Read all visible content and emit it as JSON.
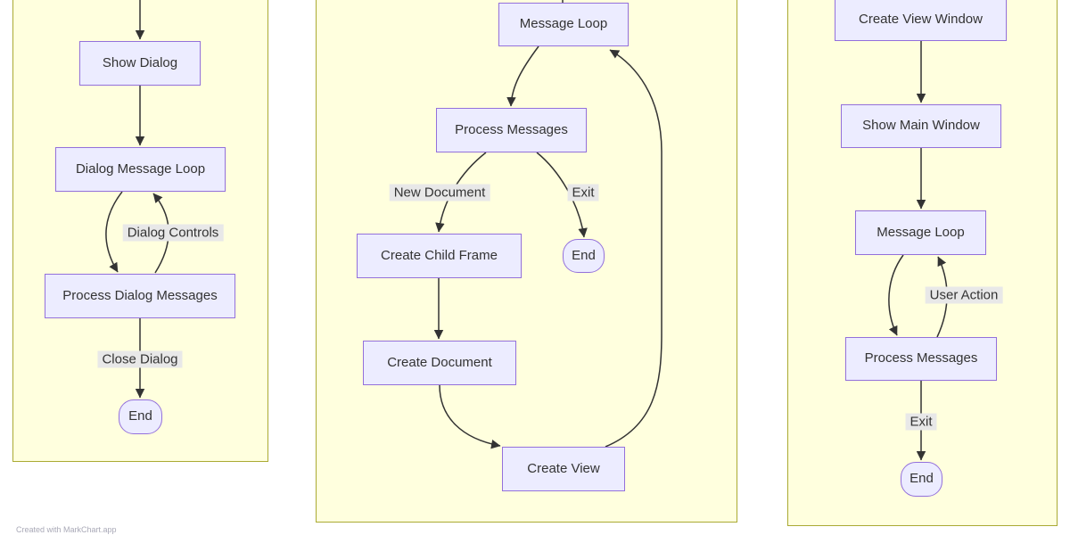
{
  "credit": "Created with MarkChart.app",
  "colors": {
    "node_fill": "#ECECFF",
    "node_border": "#9370DB",
    "subgraph_fill": "#FFFFDE",
    "subgraph_border": "#AAAA33",
    "edge_color": "#333333",
    "label_bg": "#E8E8E8",
    "text": "#333333",
    "credit_text": "#A9A9B7"
  },
  "panels": [
    {
      "name": "dialog-flow",
      "nodes": {
        "show_dialog": "Show Dialog",
        "dialog_message_loop": "Dialog Message Loop",
        "process_dialog_messages": "Process Dialog Messages",
        "end": "End"
      },
      "edges": [
        {
          "from": "offscreen_top",
          "to": "show_dialog",
          "label": ""
        },
        {
          "from": "show_dialog",
          "to": "dialog_message_loop",
          "label": ""
        },
        {
          "from": "dialog_message_loop",
          "to": "process_dialog_messages",
          "label": ""
        },
        {
          "from": "process_dialog_messages",
          "to": "dialog_message_loop",
          "label": "Dialog Controls"
        },
        {
          "from": "process_dialog_messages",
          "to": "end",
          "label": "Close Dialog"
        }
      ]
    },
    {
      "name": "mdi-flow",
      "nodes": {
        "message_loop": "Message Loop",
        "process_messages": "Process Messages",
        "create_child_frame": "Create Child Frame",
        "end": "End",
        "create_document": "Create Document",
        "create_view": "Create View"
      },
      "edges": [
        {
          "from": "offscreen_top",
          "to": "message_loop",
          "label": ""
        },
        {
          "from": "message_loop",
          "to": "process_messages",
          "label": ""
        },
        {
          "from": "process_messages",
          "to": "create_child_frame",
          "label": "New Document"
        },
        {
          "from": "process_messages",
          "to": "end",
          "label": "Exit"
        },
        {
          "from": "create_child_frame",
          "to": "create_document",
          "label": ""
        },
        {
          "from": "create_document",
          "to": "create_view",
          "label": ""
        },
        {
          "from": "create_view",
          "to": "message_loop",
          "label": ""
        }
      ]
    },
    {
      "name": "view-flow",
      "nodes": {
        "create_view_window": "Create View Window",
        "show_main_window": "Show Main Window",
        "message_loop": "Message Loop",
        "process_messages": "Process Messages",
        "end": "End"
      },
      "edges": [
        {
          "from": "create_view_window",
          "to": "show_main_window",
          "label": ""
        },
        {
          "from": "show_main_window",
          "to": "message_loop",
          "label": ""
        },
        {
          "from": "message_loop",
          "to": "process_messages",
          "label": ""
        },
        {
          "from": "process_messages",
          "to": "message_loop",
          "label": "User Action"
        },
        {
          "from": "process_messages",
          "to": "end",
          "label": "Exit"
        }
      ]
    }
  ]
}
